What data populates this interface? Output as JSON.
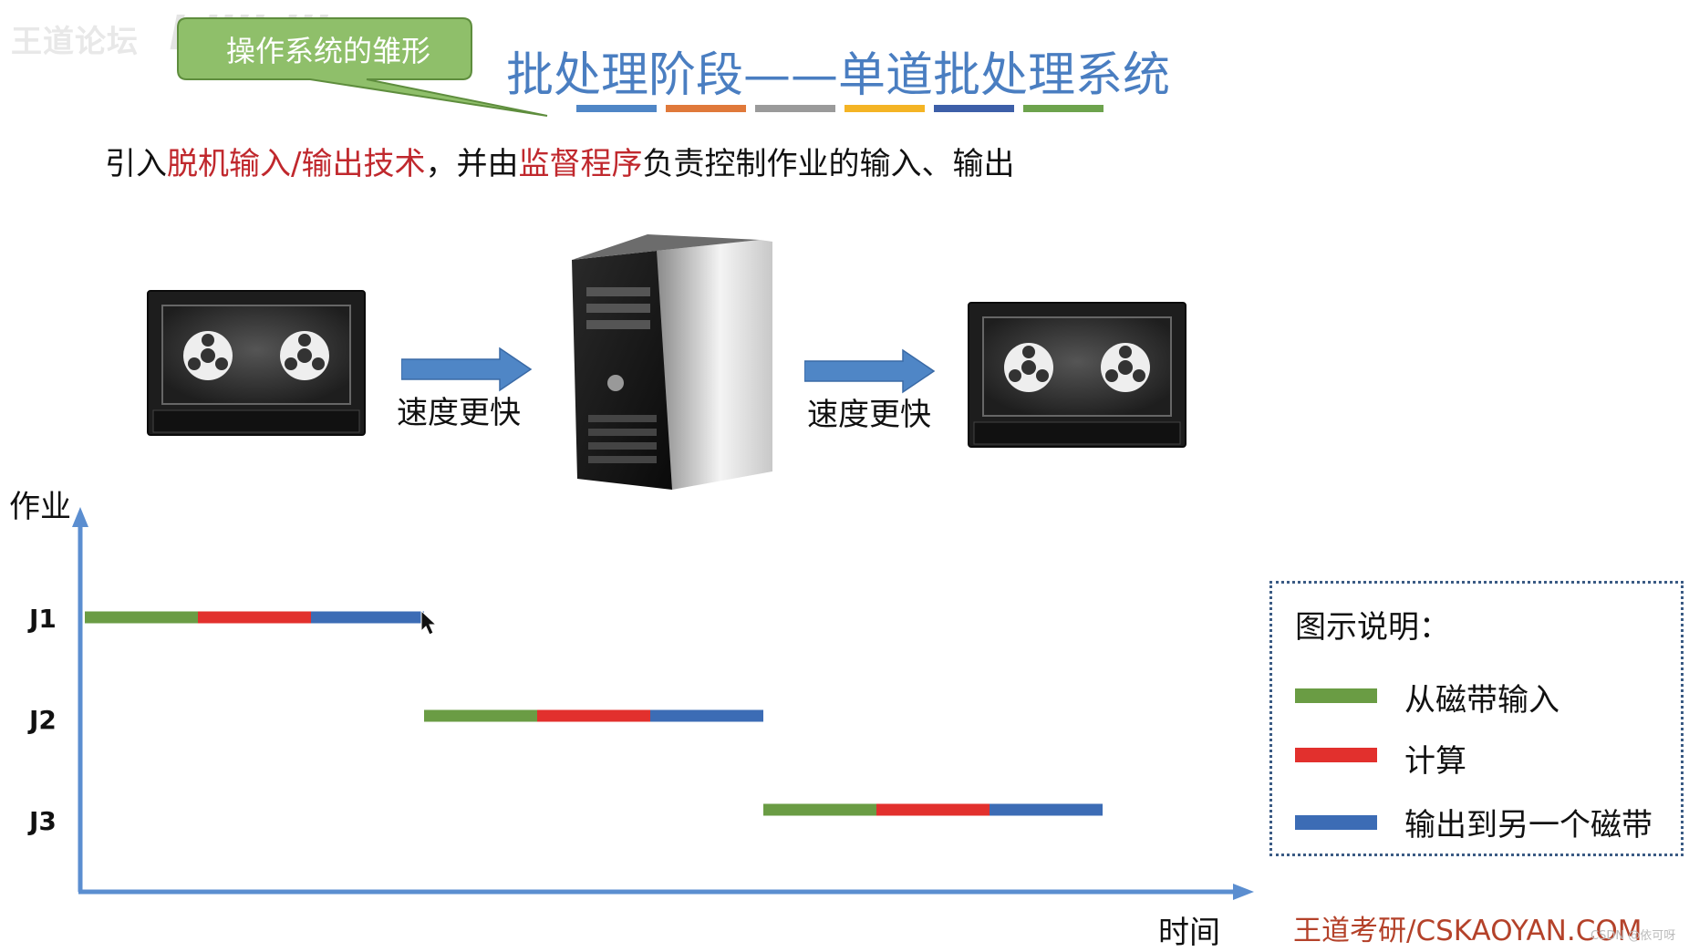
{
  "watermark": {
    "channel": "王道论坛",
    "platform": "bilibili"
  },
  "callout": {
    "text": "操作系统的雏形"
  },
  "title": "批处理阶段——单道批处理系统",
  "title_bar_colors": [
    "#4f86c6",
    "#e0793a",
    "#9a9a9a",
    "#f4b424",
    "#3d5fa8",
    "#6da34d"
  ],
  "subtitle": {
    "part1": "引入",
    "highlight1": "脱机输入/输出技术",
    "part2": "，并由",
    "highlight2": "监督程序",
    "part3": "负责控制作业的输入、输出"
  },
  "flow": {
    "left_tape": "tape-icon",
    "computer": "computer-tower-icon",
    "right_tape": "tape-icon",
    "arrow1_label": "速度更快",
    "arrow2_label": "速度更快"
  },
  "chart": {
    "y_axis_label": "作业",
    "x_axis_label": "时间",
    "jobs": [
      "J1",
      "J2",
      "J3"
    ],
    "phases": [
      "从磁带输入",
      "计算",
      "输出到另一个磁带"
    ],
    "colors": {
      "input": "#6a9c44",
      "compute": "#e2302d",
      "output": "#3c6cb5",
      "axis": "#5b8ed0"
    }
  },
  "legend": {
    "title": "图示说明：",
    "items": [
      "从磁带输入",
      "计算",
      "输出到另一个磁带"
    ]
  },
  "brand": "王道考研/CSKAOYAN.COM",
  "credit": "CSDN @依可呀"
}
